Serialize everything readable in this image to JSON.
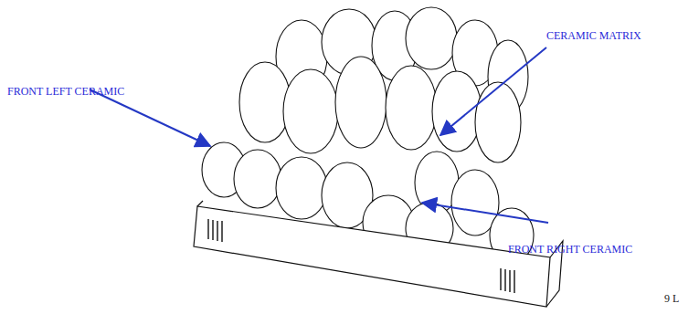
{
  "diagram": {
    "labels": [
      "FRONT LEFT CERAMIC",
      "CERAMIC MATRIX",
      "FRONT RIGHT CERAMIC",
      "9 L"
    ]
  }
}
